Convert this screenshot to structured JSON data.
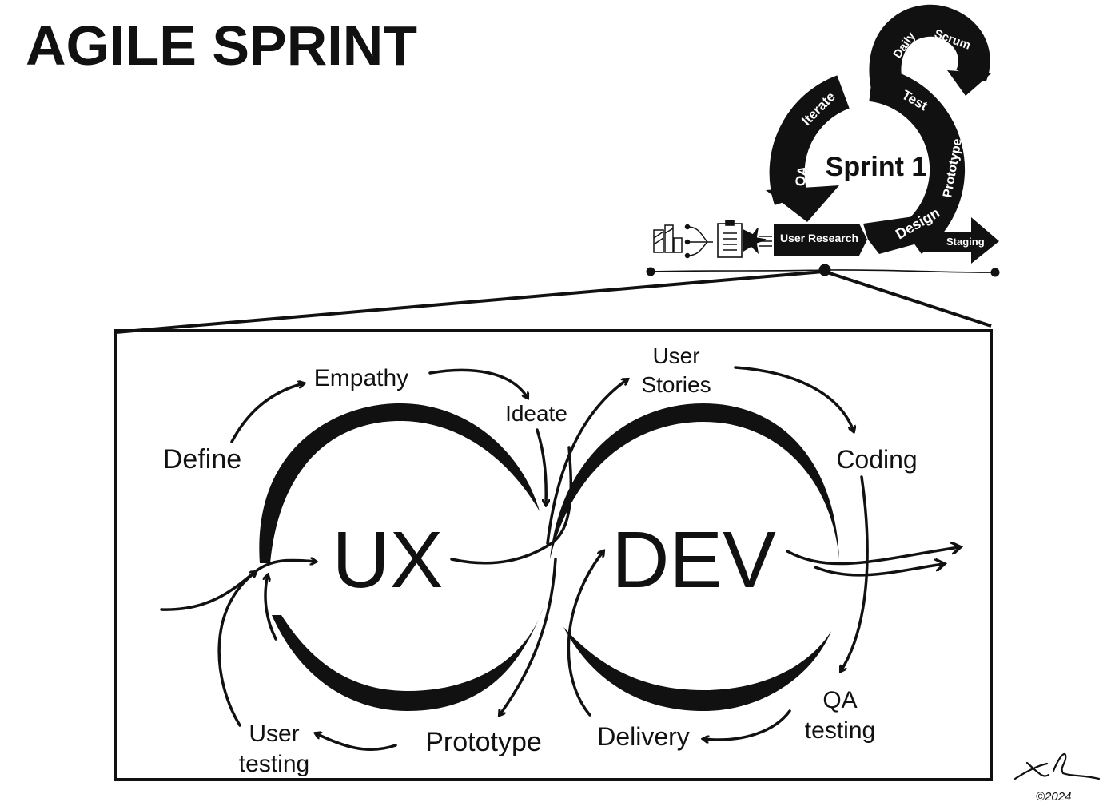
{
  "title": "AGILE SPRINT",
  "sprint": {
    "center_label": "Sprint 1",
    "cycle_steps": [
      "User Research",
      "Design",
      "Prototype",
      "Test",
      "Iterate",
      "QA"
    ],
    "daily_label_1": "Daily",
    "daily_label_2": "Scrum",
    "exit_label": "Staging",
    "icons": [
      "buildings-icon",
      "branching-arrows-icon",
      "clipboard-checklist-icon",
      "burst-icon"
    ]
  },
  "infinity": {
    "left_loop": "UX",
    "right_loop": "DEV",
    "ux_steps": [
      "Define",
      "Empathy",
      "Ideate",
      "Prototype",
      "User testing"
    ],
    "dev_steps": [
      "User Stories",
      "Coding",
      "QA testing",
      "Delivery"
    ],
    "labels": {
      "define": "Define",
      "empathy": "Empathy",
      "ideate": "Ideate",
      "user_stories_1": "User",
      "user_stories_2": "Stories",
      "coding": "Coding",
      "qa_testing_1": "QA",
      "qa_testing_2": "testing",
      "delivery": "Delivery",
      "prototype": "Prototype",
      "user_testing_1": "User",
      "user_testing_2": "testing"
    }
  },
  "signature": {
    "copyright": "©2024"
  },
  "colors": {
    "ink": "#111111",
    "background": "#ffffff"
  }
}
